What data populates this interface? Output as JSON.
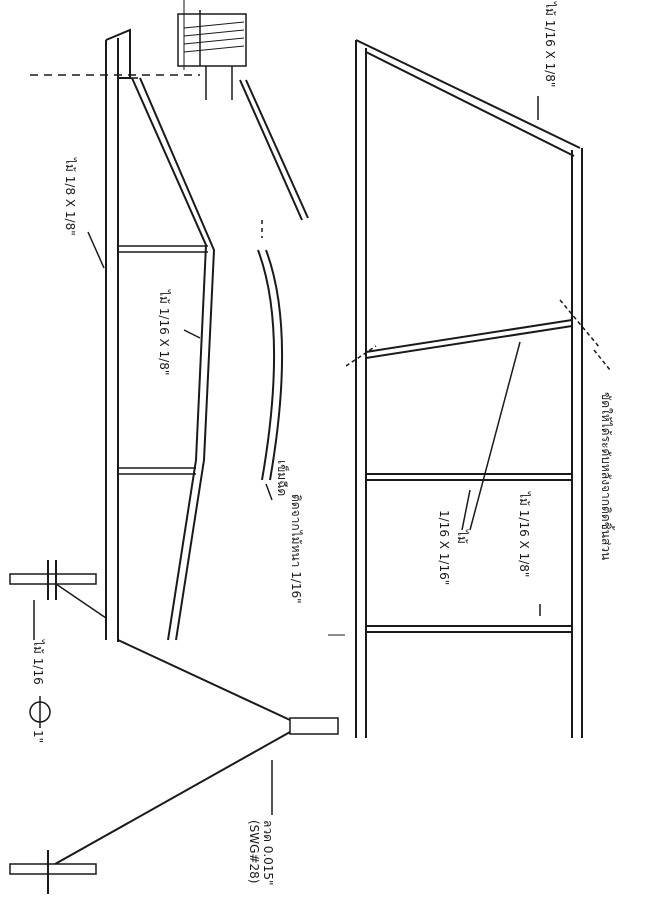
{
  "labels": {
    "wood_1_8_x_1_8": "ไม้ 1/8 X 1/8\"",
    "wood_1_16_x_1_8_top": "ไม้ 1/16 X 1/8\"",
    "wood_1_16_x_1_8_mid": "ไม้ 1/16 X 1/8\"",
    "needle_line1": "เข็มฉีด",
    "needle_line2": "ติดจากไม้หนา 1/16\"",
    "wood_1_16_round": "ไม้ 1/16",
    "diameter_1": "1\"",
    "wire_line1": "ลวด 0.015\"",
    "wire_line2": "(SWG#28)",
    "wood_1_16_x_1_16_line1": "ไม้",
    "wood_1_16_x_1_16_line2": "1/16 X 1/16\"",
    "wood_1_16_x_1_8_right": "ไม้ 1/16 X 1/8\"",
    "sand_note": "ขัดให้ได้ระดับหลังจากติดชิ้นส่วน"
  }
}
